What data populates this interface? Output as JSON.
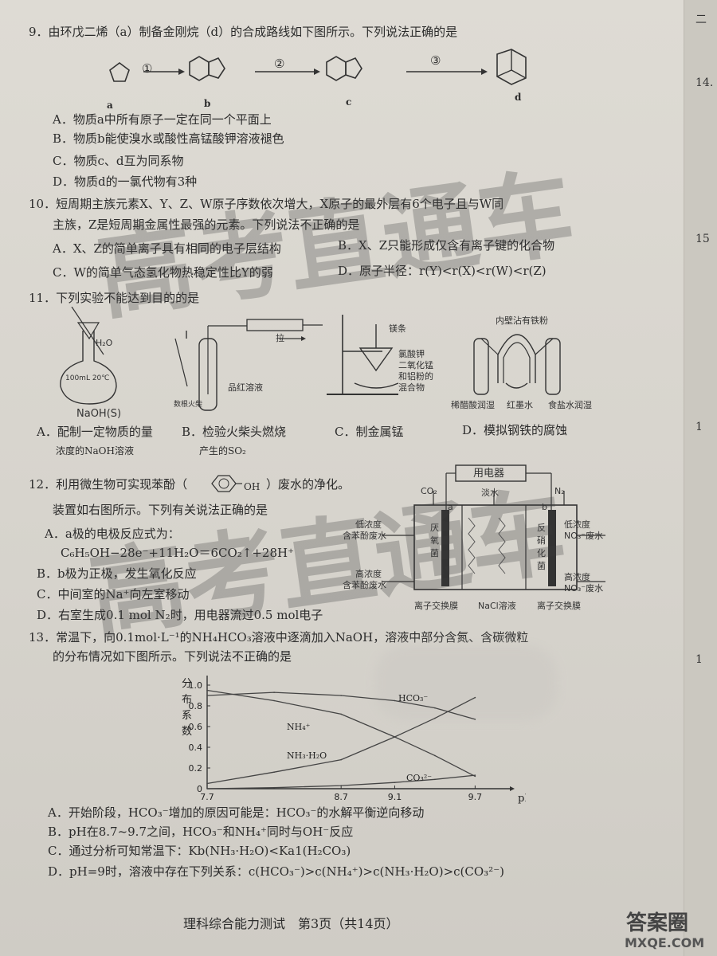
{
  "q9": {
    "stem": "9．由环戊二烯（a）制备金刚烷（d）的合成路线如下图所示。下列说法正确的是",
    "steps": [
      "①",
      "②",
      "③"
    ],
    "labels": [
      "a",
      "b",
      "c",
      "d"
    ],
    "options": [
      "A．物质a中所有原子一定在同一个平面上",
      "B．物质b能使溴水或酸性高锰酸钾溶液褪色",
      "C．物质c、d互为同系物",
      "D．物质d的一氯代物有3种"
    ]
  },
  "q10": {
    "stem1": "10．短周期主族元素X、Y、Z、W原子序数依次增大，X原子的最外层有6个电子且与W同",
    "stem2": "主族，Z是短周期金属性最强的元素。下列说法不正确的是",
    "optA": "A．X、Z的简单离子具有相同的电子层结构",
    "optB": "B．X、Z只能形成仅含有离子键的化合物",
    "optC": "C．W的简单气态氢化物热稳定性比Y的弱",
    "optD": "D．原子半径：r(Y)<r(X)<r(W)<r(Z)"
  },
  "q11": {
    "stem": "11．下列实验不能达到目的的是",
    "fig_labels": {
      "h2o": "H₂O",
      "flask": "100mL 20℃",
      "naoh": "NaOH(S)",
      "pull": "拉",
      "pinkdye": "品红溶液",
      "match": "数根火柴",
      "mg": "镁条",
      "mix1": "氯酸钾",
      "mix2": "二氧化锰",
      "mix3": "和铝粉的",
      "mix4": "混合物",
      "iron": "内壁沾有铁粉",
      "acid": "稀醋酸润湿",
      "ink": "红墨水",
      "salt": "食盐水润湿"
    },
    "optA1": "A．配制一定物质的量",
    "optA2": "浓度的NaOH溶液",
    "optB1": "B．检验火柴头燃烧",
    "optB2": "产生的SO₂",
    "optC": "C．制金属锰",
    "optD": "D．模拟钢铁的腐蚀"
  },
  "q12": {
    "stem1": "12．利用微生物可实现苯酚（",
    "stem1b": "）废水的净化。",
    "oh": "OH",
    "stem2": "装置如右图所示。下列有关说法正确的是",
    "optA1": "A．a极的电极反应式为：",
    "optA2": "C₆H₅OH−28e⁻+11H₂O＝6CO₂↑+28H⁺",
    "optB": "B．b极为正极，发生氧化反应",
    "optC": "C．中间室的Na⁺向左室移动",
    "optD": "D．右室生成0.1 mol N₂时，用电器流过0.5 mol电子",
    "fig_labels": {
      "device": "用电器",
      "co2": "CO₂",
      "fresh": "淡水",
      "n2": "N₂",
      "a": "a",
      "b": "b",
      "low_in1": "低浓度",
      "low_in2": "含苯酚废水",
      "anaer1": "厌",
      "anaer2": "氧",
      "anaer3": "菌",
      "denit1": "反",
      "denit2": "硝",
      "denit3": "化",
      "denit4": "菌",
      "low_out1": "低浓度",
      "low_out2": "NO₃⁻废水",
      "high_in1": "高浓度",
      "high_in2": "含苯酚废水",
      "high_out1": "高浓度",
      "high_out2": "NO₃⁻废水",
      "membrane1": "离子交换膜",
      "nacl": "NaCl溶液",
      "membrane2": "离子交换膜"
    }
  },
  "q13": {
    "stem1": "13．常温下，向0.1mol·L⁻¹的NH₄HCO₃溶液中逐滴加入NaOH，溶液中部分含氮、含碳微粒",
    "stem2": "的分布情况如下图所示。下列说法不正确的是",
    "optA": "A．开始阶段，HCO₃⁻增加的原因可能是：HCO₃⁻的水解平衡逆向移动",
    "optB": "B．pH在8.7~9.7之间，HCO₃⁻和NH₄⁺同时与OH⁻反应",
    "optC": "C．通过分析可知常温下：Kb(NH₃·H₂O)<Ka1(H₂CO₃)",
    "optD": "D．pH=9时，溶液中存在下列关系：c(HCO₃⁻)>c(NH₄⁺)>c(NH₃·H₂O)>c(CO₃²⁻)"
  },
  "chart_data": {
    "type": "line",
    "ylabel": "分布系数",
    "xlabel": "pH",
    "x_ticks": [
      "7.7",
      "8.7",
      "9.1",
      "9.7"
    ],
    "y_ticks": [
      "0",
      "0.2",
      "0.4",
      "0.6",
      "0.8",
      "1.0"
    ],
    "ylim": [
      0,
      1.0
    ],
    "xlim": [
      7.7,
      9.9
    ],
    "series": [
      {
        "name": "HCO₃⁻",
        "x": [
          7.7,
          8.2,
          8.7,
          9.1,
          9.4,
          9.7
        ],
        "values": [
          0.9,
          0.93,
          0.9,
          0.85,
          0.78,
          0.67
        ]
      },
      {
        "name": "NH₄⁺",
        "x": [
          7.7,
          8.2,
          8.7,
          9.1,
          9.4,
          9.7
        ],
        "values": [
          0.95,
          0.85,
          0.72,
          0.5,
          0.32,
          0.12
        ]
      },
      {
        "name": "NH₃·H₂O",
        "x": [
          7.7,
          8.2,
          8.7,
          9.1,
          9.4,
          9.7
        ],
        "values": [
          0.05,
          0.16,
          0.28,
          0.5,
          0.68,
          0.88
        ]
      },
      {
        "name": "CO₃²⁻",
        "x": [
          7.7,
          8.2,
          8.7,
          9.1,
          9.4,
          9.7
        ],
        "values": [
          0.0,
          0.01,
          0.03,
          0.06,
          0.09,
          0.13
        ]
      }
    ]
  },
  "footer": "理科综合能力测试　第3页（共14页）",
  "right_margin": [
    "二",
    "14.",
    "15",
    "1",
    "1"
  ],
  "watermark": "高考直通车",
  "logo": {
    "top": "答案圈",
    "bottom": "MXQE.COM"
  }
}
